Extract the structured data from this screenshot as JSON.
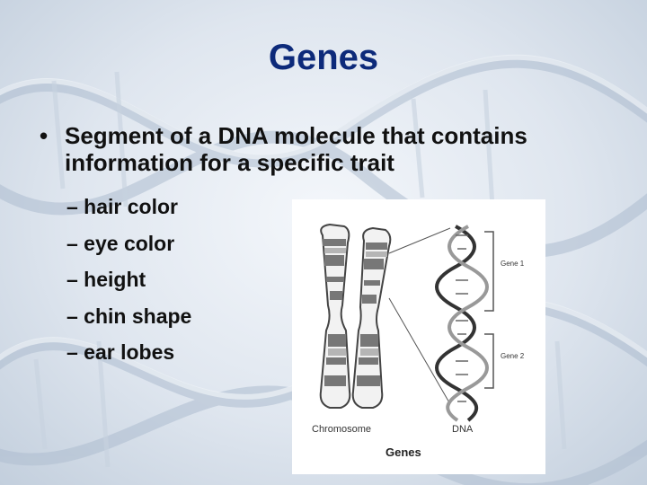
{
  "slide": {
    "title": "Genes",
    "bullet": "Segment of a DNA molecule that contains information for a specific trait",
    "sub_items": [
      "– hair color",
      "– eye color",
      "– height",
      "– chin shape",
      "– ear lobes"
    ]
  },
  "figure": {
    "gene1_label": "Gene 1",
    "gene2_label": "Gene 2",
    "chromosome_label": "Chromosome",
    "dna_label": "DNA",
    "caption": "Genes"
  },
  "colors": {
    "title": "#0d2a7a",
    "text": "#111111",
    "figure_bg": "#ffffff"
  }
}
